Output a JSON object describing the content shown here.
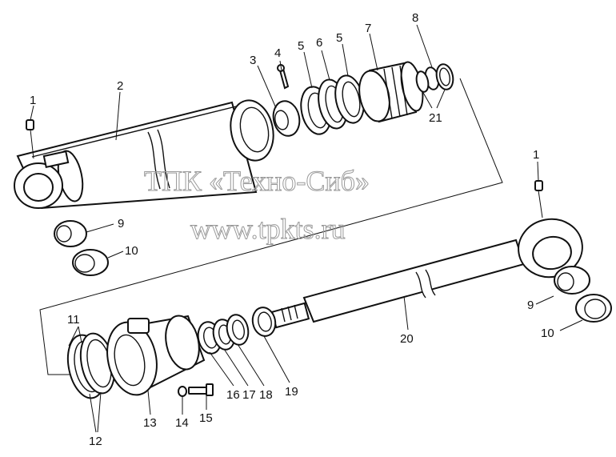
{
  "watermark": {
    "line1": "ТПК «Техно-Сиб»",
    "line2": "www.tpkts.ru"
  },
  "callouts": {
    "c1a": "1",
    "c1b": "1",
    "c2": "2",
    "c3": "3",
    "c4": "4",
    "c5a": "5",
    "c5b": "5",
    "c6": "6",
    "c7": "7",
    "c8": "8",
    "c21": "21",
    "c9a": "9",
    "c9b": "9",
    "c10a": "10",
    "c10b": "10",
    "c11": "11",
    "c12": "12",
    "c13": "13",
    "c14": "14",
    "c15": "15",
    "c16": "16",
    "c17": "17",
    "c18": "18",
    "c19": "19",
    "c20": "20"
  }
}
